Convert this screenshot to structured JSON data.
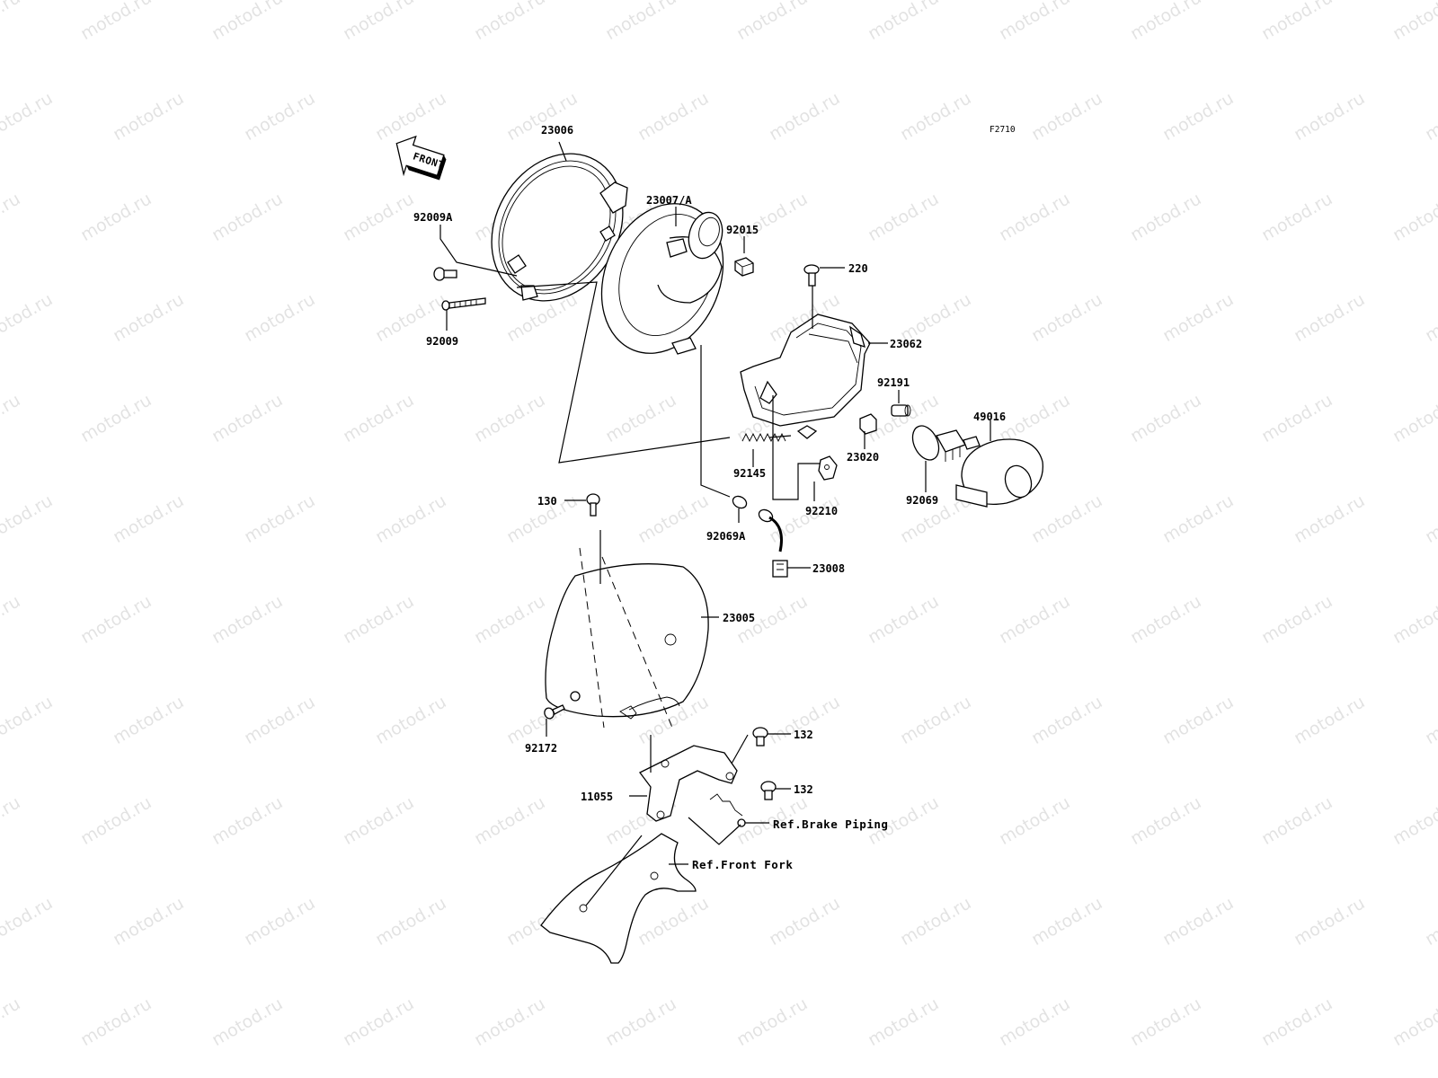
{
  "figure_code": "F2710",
  "front_arrow_label": "FRONT",
  "watermark_text": "motod.ru",
  "callouts": {
    "p23006": "23006",
    "p23007A": "23007/A",
    "p92015": "92015",
    "p92009A": "92009A",
    "p92009": "92009",
    "p220": "220",
    "p23062": "23062",
    "p92191": "92191",
    "p49016": "49016",
    "p23020": "23020",
    "p92145": "92145",
    "p92210": "92210",
    "p92069": "92069",
    "p130": "130",
    "p92069A": "92069A",
    "p23008": "23008",
    "p23005": "23005",
    "p92172": "92172",
    "p132a": "132",
    "p132b": "132",
    "p11055": "11055",
    "ref_brake": "Ref.Brake Piping",
    "ref_fork": "Ref.Front Fork"
  }
}
